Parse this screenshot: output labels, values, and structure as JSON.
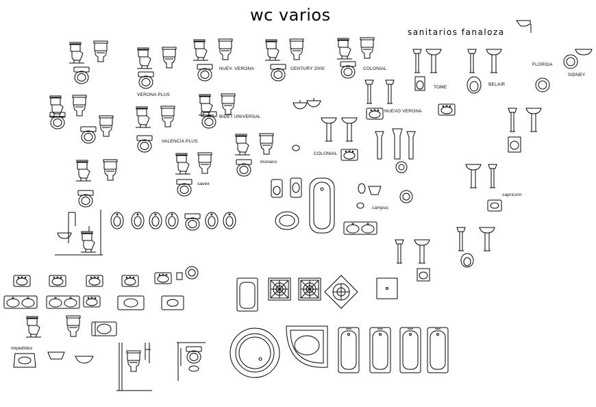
{
  "header": {
    "title": "wc varios",
    "subtitle": "sanitarios  fanaloza"
  },
  "labels": {
    "nuev_verona": "NUEV. VERONA",
    "century_2000": "CENTURY 2000",
    "colonial_top": "COLONIAL",
    "verona_plus": "VERONA PLUS",
    "bidet_universal": "BIDET UNIVERSAL",
    "valencia_plus": "VALENCIA PLUS",
    "nuevo_verona": "NUEVO VERONA",
    "colonial_mid": "COLONIAL",
    "monaco": "monaco",
    "savex": "savex",
    "campus": "campus",
    "tome": "TOME",
    "belair": "BELAIR",
    "florida": "FLORIDA",
    "sidney": "SIDNEY",
    "capricorn": "capricorn",
    "impedidos": "impedidos"
  }
}
